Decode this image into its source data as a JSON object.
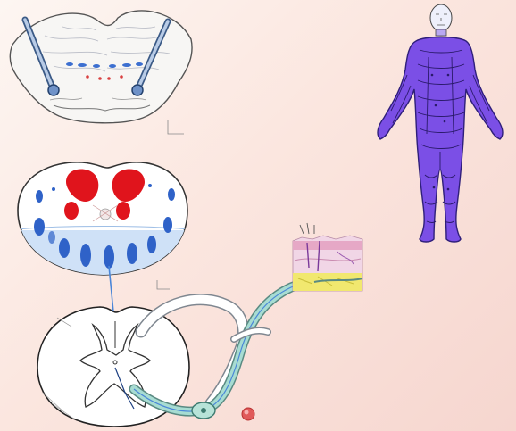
{
  "figure": {
    "title": "",
    "labels": [],
    "colors": {
      "background_light": "#fdf6f2",
      "background_warm": "#f6d6cf",
      "dorsal_column_red": "#e0141c",
      "ventral_blue": "#2f62c8",
      "nerve_teal": "#8fd0c4",
      "body_purple": "#7b4fe6",
      "skin_pink": "#e9a9c6",
      "skin_yellow": "#f1e86f"
    },
    "icons": [
      "brainstem-section",
      "spinal-cord-section-colored",
      "spinal-cord-section-outline",
      "dorsal-root-ganglion",
      "peripheral-nerve",
      "skin-receptor",
      "human-body-dermatomes"
    ]
  }
}
